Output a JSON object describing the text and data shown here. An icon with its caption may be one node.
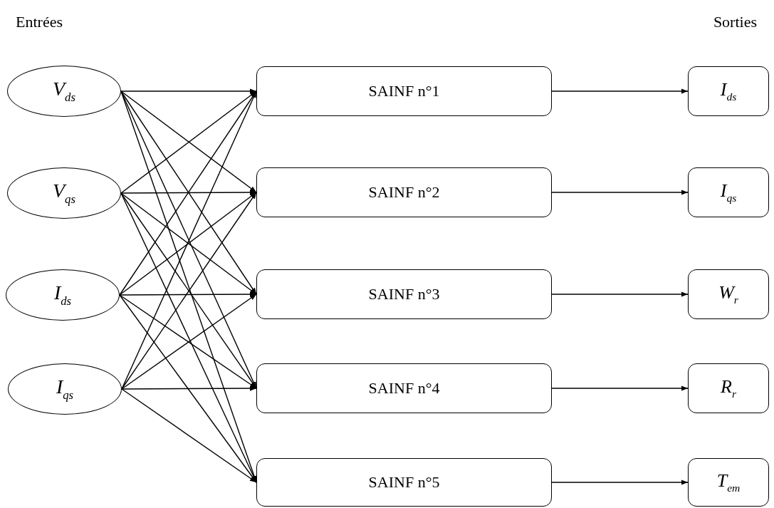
{
  "diagram": {
    "nodes": [
      {
        "text": [
          "V$_{ds}$"
        ]
      },
      {
        "text": [
          "V$_{qs}$"
        ]
      },
      {
        "text": [
          "I$_{ds}$"
        ]
      },
      {
        "text": [
          "I$_{qs}$"
        ]
      },
      {
        "text": [
          "SAINF n°1"
        ]
      },
      {
        "text": [
          "SAINF n°2"
        ]
      },
      {
        "text": [
          "SAINF n°3"
        ]
      },
      {
        "text": [
          "SAINF n°4"
        ]
      },
      {
        "text": [
          "SAINF n°5"
        ]
      },
      {
        "text": [
          "I$_{ds}$"
        ]
      },
      {
        "text": [
          "I$_{qs}$"
        ]
      },
      {
        "text": [
          "W$_{r}$"
        ]
      },
      {
        "text": [
          "R$_{r}$"
        ]
      },
      {
        "text": [
          "T$_{em}$"
        ]
      }
    ],
    "edges": [
      {
        "from": 0,
        "to": 4,
        "arrow": "to"
      },
      {
        "from": 0,
        "to": 5,
        "arrow": "to"
      },
      {
        "from": 0,
        "to": 6,
        "arrow": "to"
      },
      {
        "from": 0,
        "to": 7,
        "arrow": "to"
      },
      {
        "from": 0,
        "to": 8,
        "arrow": "to"
      },
      {
        "from": 1,
        "to": 4,
        "arrow": "to"
      },
      {
        "from": 1,
        "to": 5,
        "arrow": "to"
      },
      {
        "from": 1,
        "to": 6,
        "arrow": "to"
      },
      {
        "from": 1,
        "to": 7,
        "arrow": "to"
      },
      {
        "from": 1,
        "to": 8,
        "arrow": "to"
      },
      {
        "from": 2,
        "to": 4,
        "arrow": "to"
      },
      {
        "from": 2,
        "to": 5,
        "arrow": "to"
      },
      {
        "from": 2,
        "to": 6,
        "arrow": "to"
      },
      {
        "from": 2,
        "to": 7,
        "arrow": "to"
      },
      {
        "from": 2,
        "to": 8,
        "arrow": "to"
      },
      {
        "from": 3,
        "to": 4,
        "arrow": "to"
      },
      {
        "from": 3,
        "to": 5,
        "arrow": "to"
      },
      {
        "from": 3,
        "to": 6,
        "arrow": "to"
      },
      {
        "from": 3,
        "to": 7,
        "arrow": "to"
      },
      {
        "from": 3,
        "to": 8,
        "arrow": "to"
      },
      {
        "from": 4,
        "to": 9,
        "arrow": "to"
      },
      {
        "from": 5,
        "to": 10,
        "arrow": "to"
      },
      {
        "from": 6,
        "to": 11,
        "arrow": "to"
      },
      {
        "from": 7,
        "to": 12,
        "arrow": "to"
      },
      {
        "from": 8,
        "to": 13,
        "arrow": "to"
      }
    ],
    "labels": [
      "Entrées",
      "Sorties"
    ]
  }
}
